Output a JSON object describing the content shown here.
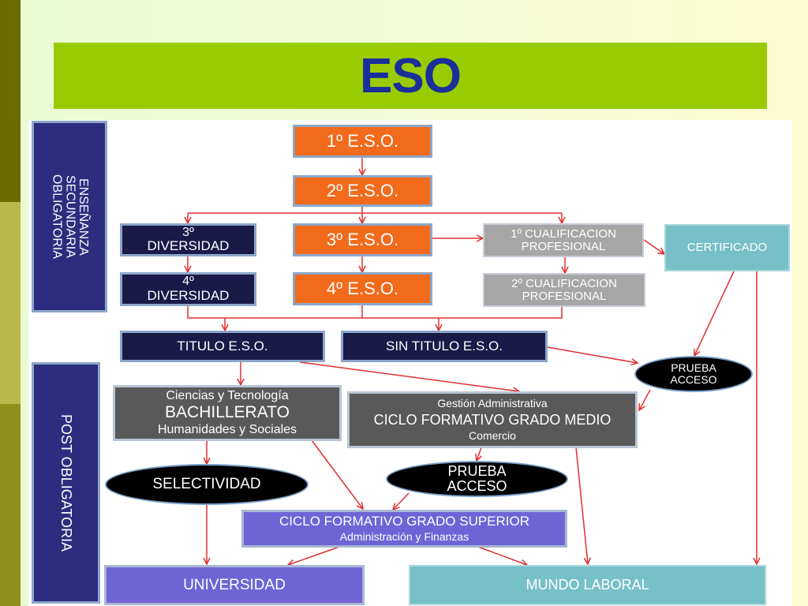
{
  "title": "ESO",
  "side_labels": {
    "compulsory": [
      "ENSEÑANZA",
      "SECUNDARIA",
      "OBLIGATORIA"
    ],
    "post": "POST OBLIGATORIA"
  },
  "nodes": {
    "eso1": "1º E.S.O.",
    "eso2": "2º E.S.O.",
    "eso3": "3º E.S.O.",
    "eso4": "4º E.S.O.",
    "div3": [
      "3º",
      "DIVERSIDAD"
    ],
    "div4": [
      "4º",
      "DIVERSIDAD"
    ],
    "cual1": [
      "1º CUALIFICACION",
      "PROFESIONAL"
    ],
    "cual2": [
      "2º CUALIFICACION",
      "PROFESIONAL"
    ],
    "certificado": "CERTIFICADO",
    "titulo": "TITULO E.S.O.",
    "sin_titulo": "SIN TITULO E.S.O.",
    "prueba1": [
      "PRUEBA",
      "ACCESO"
    ],
    "bachillerato": [
      "Ciencias y Tecnología",
      "BACHILLERATO",
      "Humanidades y Sociales"
    ],
    "cfgm": [
      "Gestión Administrativa",
      "CICLO FORMATIVO GRADO MEDIO",
      "Comercio"
    ],
    "selectividad": "SELECTIVIDAD",
    "prueba2": [
      "PRUEBA",
      "ACCESO"
    ],
    "cfgs": [
      "CICLO FORMATIVO GRADO SUPERIOR",
      "Administración y Finanzas"
    ],
    "universidad": "UNIVERSIDAD",
    "mundo_laboral": "MUNDO LABORAL"
  },
  "colors": {
    "accent_green": "#99cc00",
    "title_blue": "#1a2f9a",
    "orange": "#f26a1b",
    "navy": "#1a1a48",
    "arrow_red": "#e03030"
  }
}
